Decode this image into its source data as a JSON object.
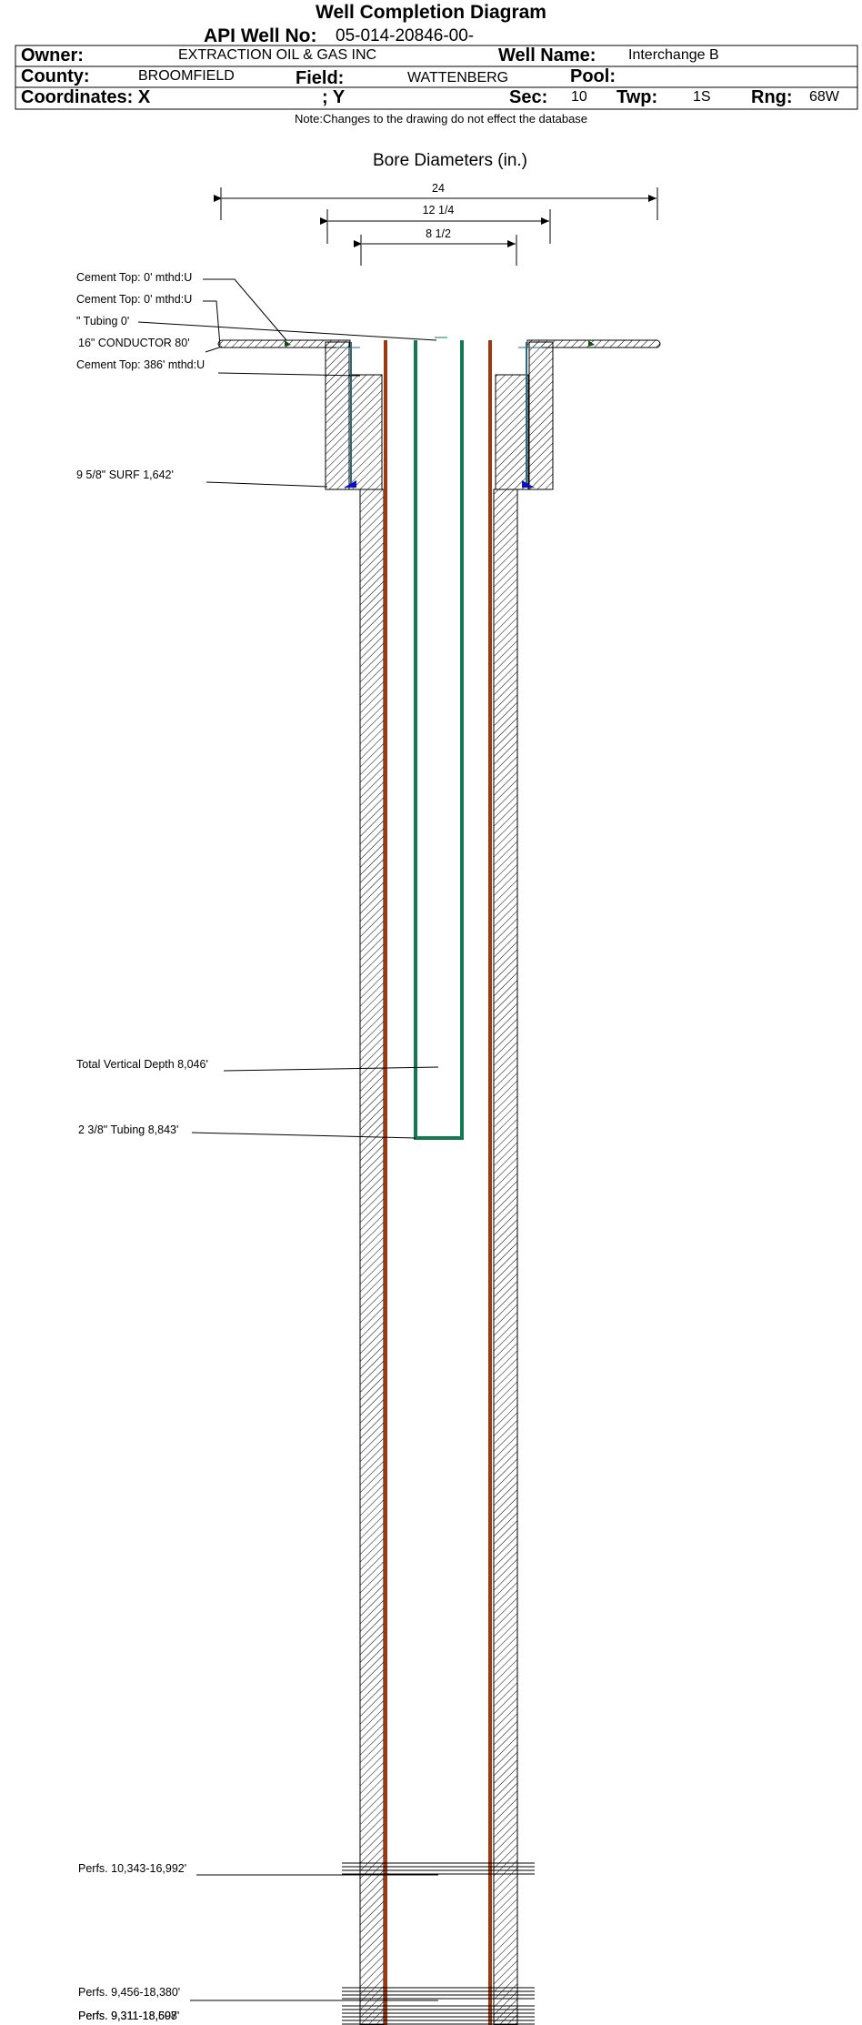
{
  "header": {
    "title": "Well Completion Diagram",
    "api_label": "API Well No:",
    "api_value": "05-014-20846-00-",
    "owner_label": "Owner:",
    "owner_value": "EXTRACTION OIL & GAS INC",
    "well_name_label": "Well Name:",
    "well_name_value": "Interchange B",
    "county_label": "County:",
    "county_value": "BROOMFIELD",
    "field_label": "Field:",
    "field_value": "WATTENBERG",
    "pool_label": "Pool:",
    "pool_value": "",
    "coords_label": "Coordinates: X",
    "coords_y_label": "; Y",
    "sec_label": "Sec:",
    "sec_value": "10",
    "twp_label": "Twp:",
    "twp_value": "1S",
    "rng_label": "Rng:",
    "rng_value": "68W"
  },
  "note": "Note:Changes to the drawing do not effect the database",
  "diagram": {
    "bore_title": "Bore Diameters (in.)",
    "diameters": [
      "24",
      "12 1/4",
      "8 1/2"
    ],
    "labels": {
      "cement_top_1": "Cement Top: 0' mthd:U",
      "cement_top_2": "Cement Top: 0' mthd:U",
      "tubing_0": "\" Tubing 0'",
      "conductor": "16\" CONDUCTOR  80'",
      "cement_top_386": "Cement Top: 386' mthd:U",
      "surf_casing": "9 5/8\" SURF       1,642'",
      "tvd": "Total Vertical Depth 8,046'",
      "tubing_8843": "2 3/8\" Tubing 8,843'",
      "perfs_1": "Perfs. 10,343-16,992'",
      "perfs_2": "Perfs. 9,456-18,380'",
      "perfs_3": "Perfs. 9,311-18,598'",
      "perfs_4": "Perfs. 9,311-18,607'"
    },
    "colors": {
      "production_casing": "#a0380f",
      "tubing": "#127a4e",
      "surface_casing": "#2b6a7a",
      "cement_shoe": "#1010c0"
    }
  }
}
